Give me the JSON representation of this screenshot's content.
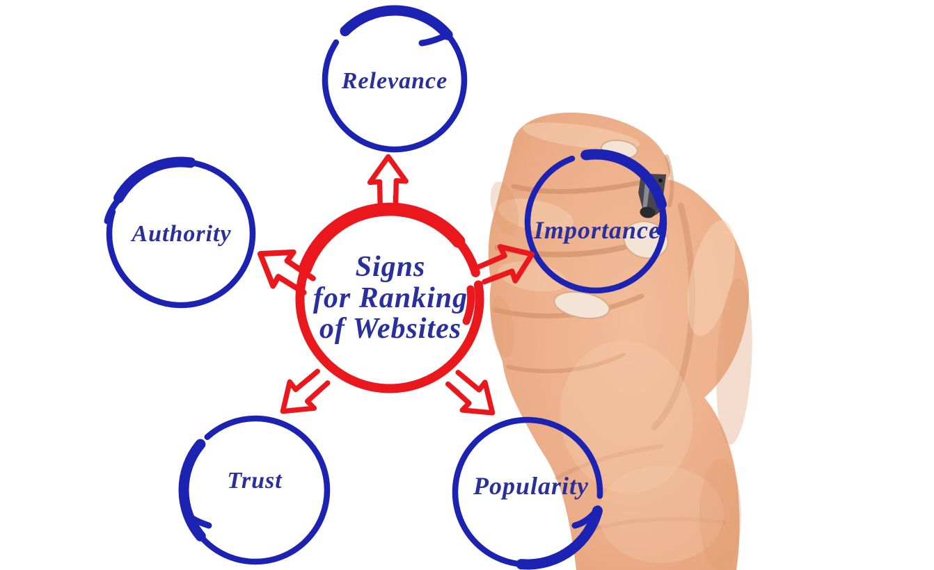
{
  "diagram": {
    "title": {
      "line1": "Signs",
      "line2": "for Ranking",
      "line3": "of Websites"
    },
    "nodes": [
      {
        "id": "relevance",
        "label": "Relevance"
      },
      {
        "id": "authority",
        "label": "Authority"
      },
      {
        "id": "importance",
        "label": "Importance"
      },
      {
        "id": "trust",
        "label": "Trust"
      },
      {
        "id": "popularity",
        "label": "Popularity"
      }
    ],
    "colors": {
      "node_circle": "#1c23b2",
      "center_circle": "#ea171d",
      "arrow": "#ea171d",
      "label_text": "#2a2f9e",
      "background": "#ffffff"
    },
    "icons": [
      "arrow-up-icon",
      "arrow-left-icon",
      "arrow-right-icon",
      "arrow-down-left-icon",
      "arrow-down-right-icon",
      "hand-holding-pen-photo"
    ]
  }
}
